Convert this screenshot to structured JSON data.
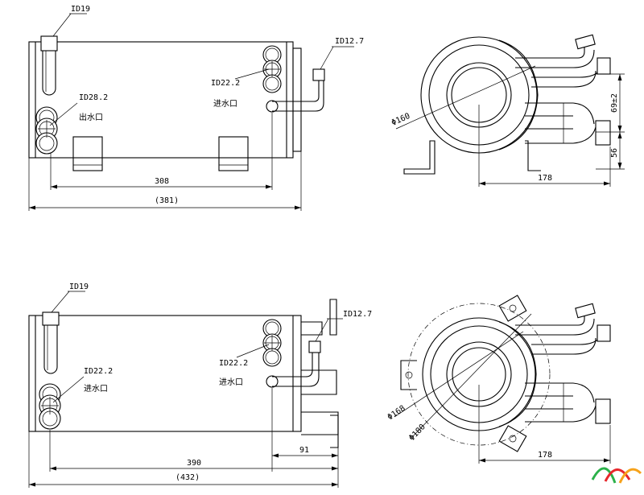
{
  "views": {
    "top_side": {
      "inlet_label": "ID19",
      "outlet_label": "ID28.2",
      "outlet_cn": "出水口",
      "water_in_label": "ID22.2",
      "water_in_cn": "进水口",
      "small_pipe_label": "ID12.7",
      "dim_inner": "308",
      "dim_overall": "(381)"
    },
    "top_end": {
      "diameter": "Φ160",
      "dim_width": "178",
      "dim_tol": "69±2",
      "dim_height": "56"
    },
    "bottom_side": {
      "inlet_label": "ID19",
      "outlet_label": "ID22.2",
      "outlet_cn": "进水口",
      "water_in_label": "ID22.2",
      "water_in_cn": "进水口",
      "small_pipe_label": "ID12.7",
      "dim_inner": "390",
      "dim_overall": "(432)",
      "dim_bracket": "91"
    },
    "bottom_end": {
      "diameter_inner": "Φ168",
      "diameter_outer": "Φ180",
      "dim_width": "178"
    }
  },
  "logo": {
    "icon": "logo-mark-icon",
    "colors": [
      "#2bb14a",
      "#e7262b",
      "#f6a21a"
    ]
  }
}
